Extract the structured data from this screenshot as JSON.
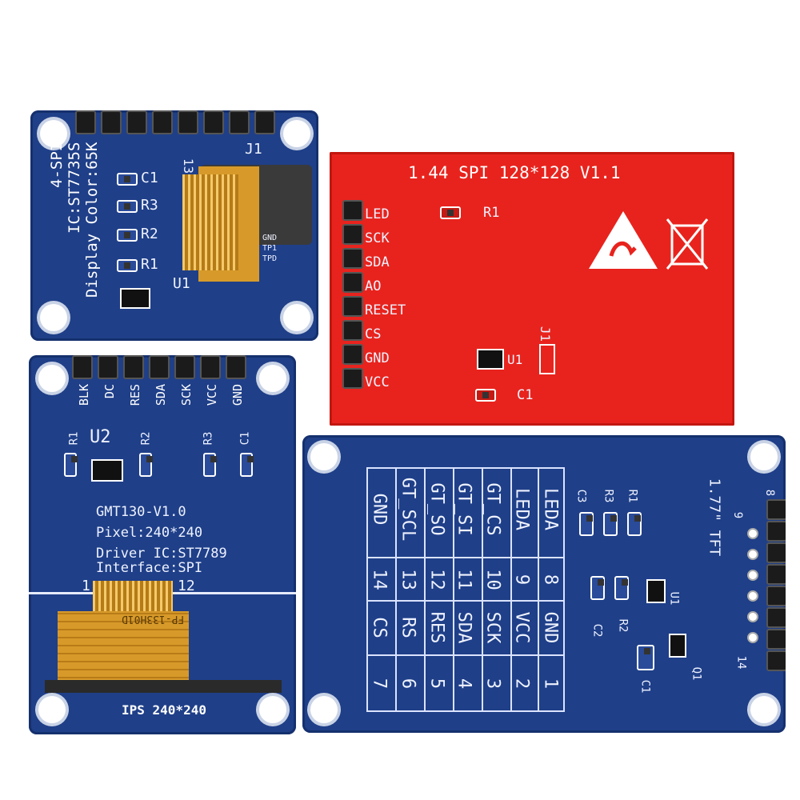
{
  "board_st7735s": {
    "header_label": "J1",
    "pin_count": 8,
    "line1": "4-SPI",
    "line2": "IC:ST7735S",
    "line3": "Display Color:65K",
    "c1": "C1",
    "r3": "R3",
    "r2": "R2",
    "r1": "R1",
    "u1": "U1",
    "pin13": "13",
    "flex_labels": [
      "GND",
      "TP1",
      "TPD"
    ]
  },
  "board_144": {
    "title": "1.44  SPI 128*128 V1.1",
    "pins": [
      "LED",
      "SCK",
      "SDA",
      "AO",
      "RESET",
      "CS",
      "GND",
      "VCC"
    ],
    "r1": "R1",
    "j1": "J1",
    "u1": "U1",
    "c1": "C1"
  },
  "board_gmt130": {
    "pins": [
      "BLK",
      "DC",
      "RES",
      "SDA",
      "SCK",
      "VCC",
      "GND"
    ],
    "r1": "R1",
    "u2": "U2",
    "r2": "R2",
    "r3": "R3",
    "c1": "C1",
    "model": "GMT130-V1.0",
    "pixel": "Pixel:240*240",
    "driver": "Driver IC:ST7789",
    "interface": "Interface:SPI",
    "pin1": "1",
    "pin12": "12",
    "flex": "FP-133H01D",
    "footer": "IPS 240*240"
  },
  "board_177": {
    "title": "1.77\" TFT",
    "pin_numbers": [
      "8",
      "9",
      "14"
    ],
    "table_rows": [
      [
        "LEDA",
        "LEDA",
        "8",
        "GND",
        "1"
      ],
      [
        "GT_CS",
        "GT_CS",
        "10",
        "SCK",
        "3"
      ]
    ],
    "columns": [
      {
        "name": "LEDA",
        "num": "8",
        "sig": "GND",
        "pin": "1"
      },
      {
        "name": "LEDA",
        "num": "9",
        "sig": "VCC",
        "pin": "2"
      },
      {
        "name": "GT_CS",
        "num": "10",
        "sig": "SCK",
        "pin": "3"
      },
      {
        "name": "GT_SI",
        "num": "11",
        "sig": "SDA",
        "pin": "4"
      },
      {
        "name": "GT_SO",
        "num": "12",
        "sig": "RES",
        "pin": "5"
      },
      {
        "name": "GT_SCL",
        "num": "13",
        "sig": "RS",
        "pin": "6"
      },
      {
        "name": "GND",
        "num": "14",
        "sig": "CS",
        "pin": "7"
      }
    ],
    "c3": "C3",
    "r3": "R3",
    "r1": "R1",
    "u1": "U1",
    "c2": "C2",
    "r2": "R2",
    "q1": "Q1",
    "c1": "C1"
  }
}
